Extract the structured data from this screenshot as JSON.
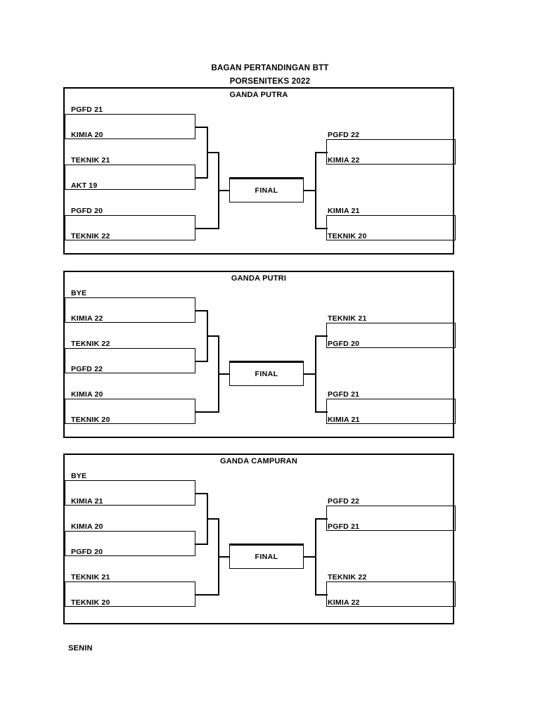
{
  "document": {
    "title_line1": "BAGAN PERTANDINGAN BTT",
    "title_line2": "PORSENITEKS 2022",
    "footer_note": "SENIN"
  },
  "brackets": [
    {
      "title": "GANDA PUTRA",
      "final_label": "FINAL",
      "left_teams": [
        "PGFD 21",
        "KIMIA 20",
        "TEKNIK 21",
        "AKT 19",
        "PGFD 20",
        "TEKNIK 22"
      ],
      "right_teams": [
        "PGFD 22",
        "KIMIA 22",
        "KIMIA 21",
        "TEKNIK 20"
      ]
    },
    {
      "title": "GANDA PUTRI",
      "final_label": "FINAL",
      "left_teams": [
        "BYE",
        "KIMIA 22",
        "TEKNIK 22",
        "PGFD 22",
        "KIMIA 20",
        "TEKNIK 20"
      ],
      "right_teams": [
        "TEKNIK 21",
        "PGFD 20",
        "PGFD 21",
        "KIMIA 21"
      ]
    },
    {
      "title": "GANDA CAMPURAN",
      "final_label": "FINAL",
      "left_teams": [
        "BYE",
        "KIMIA 21",
        "KIMIA 20",
        "PGFD 20",
        "TEKNIK 21",
        "TEKNIK 20"
      ],
      "right_teams": [
        "PGFD 22",
        "PGFD 21",
        "TEKNIK 22",
        "KIMIA 22"
      ]
    }
  ],
  "colors": {
    "ink": "#000000",
    "paper": "#ffffff"
  }
}
